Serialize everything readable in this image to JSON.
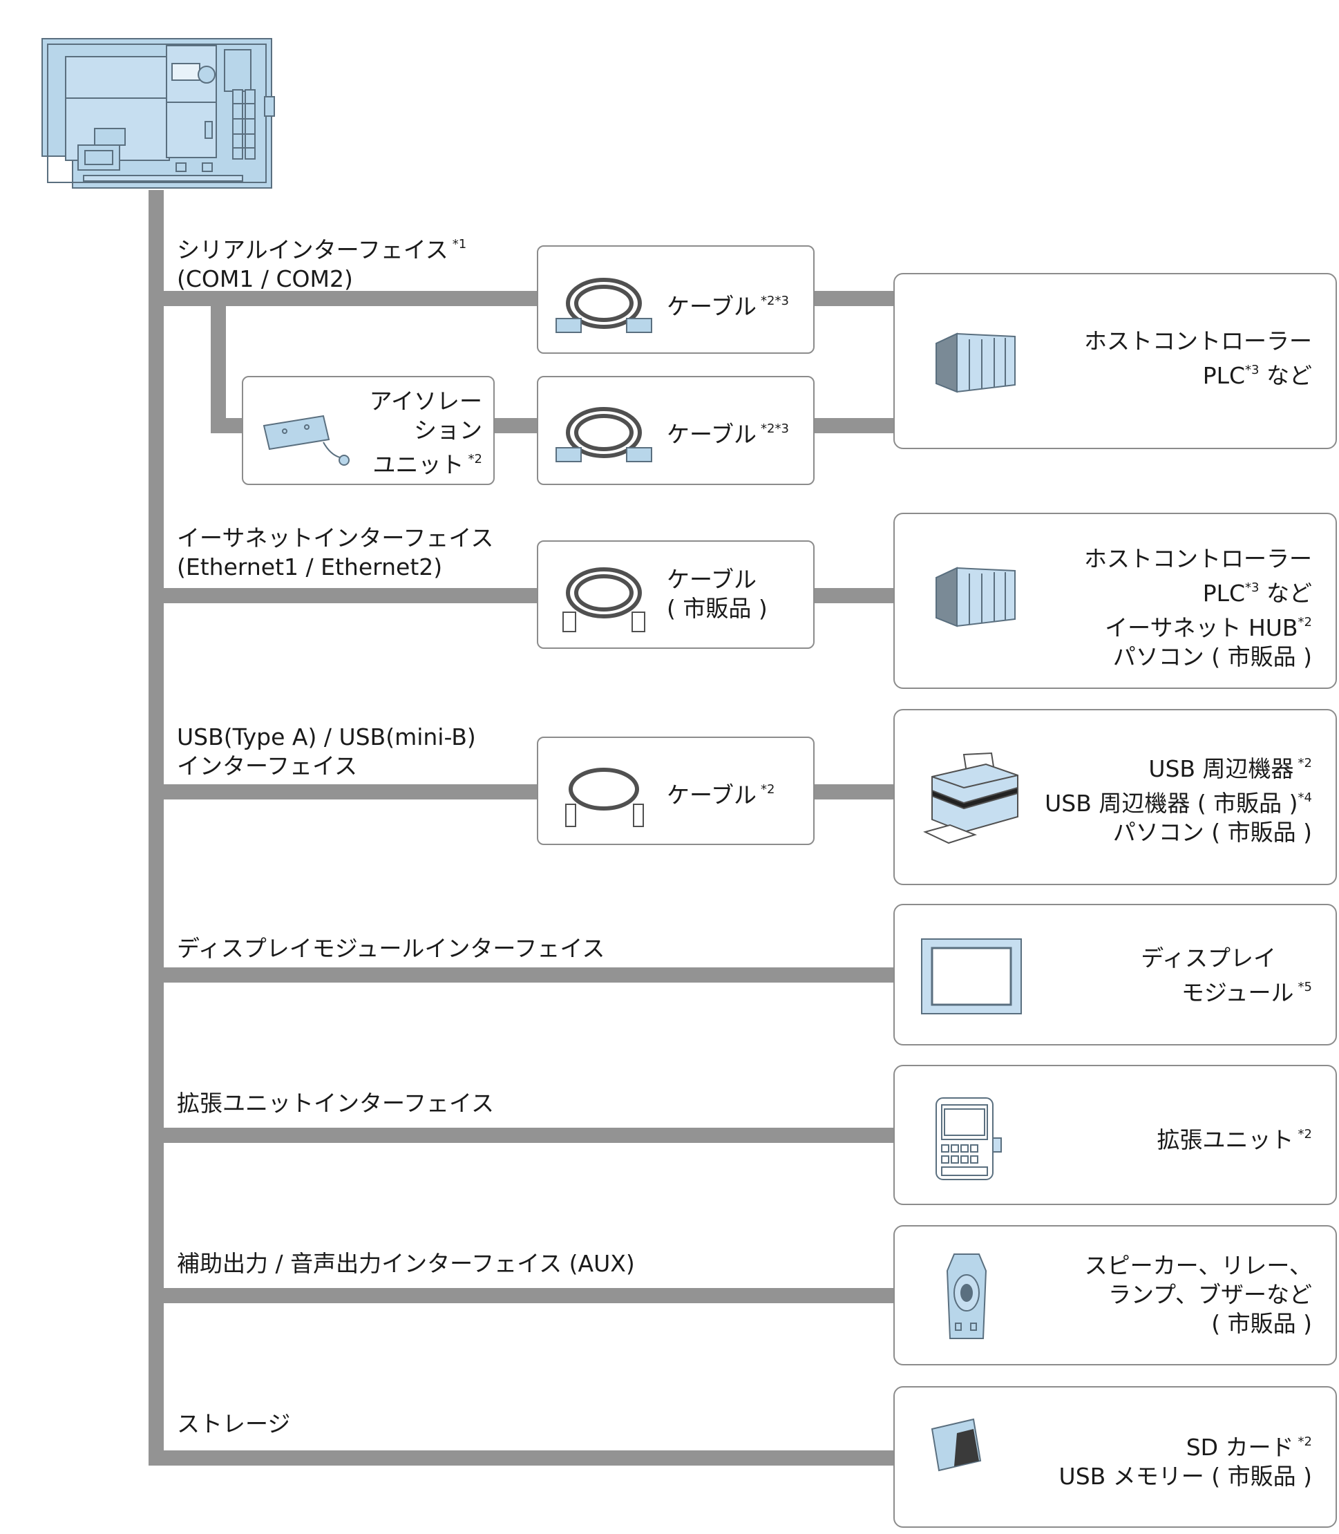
{
  "colors": {
    "wire": "#939393",
    "border": "#8c8c8c",
    "device": "#b8d6ea",
    "device_line": "#5a6f7f"
  },
  "interfaces": [
    {
      "id": "serial",
      "lines": [
        "シリアルインターフェイス",
        "(COM1 / COM2)"
      ],
      "sup": "*1"
    },
    {
      "id": "ethernet",
      "lines": [
        "イーサネットインターフェイス",
        "(Ethernet1 / Ethernet2)"
      ]
    },
    {
      "id": "usb",
      "lines": [
        "USB(Type A) / USB(mini-B)",
        "インターフェイス"
      ]
    },
    {
      "id": "display",
      "lines": [
        "ディスプレイモジュールインターフェイス"
      ]
    },
    {
      "id": "expansion",
      "lines": [
        "拡張ユニットインターフェイス"
      ]
    },
    {
      "id": "aux",
      "lines": [
        "補助出力 / 音声出力インターフェイス (AUX)"
      ]
    },
    {
      "id": "storage",
      "lines": [
        "ストレージ"
      ]
    }
  ],
  "cables": {
    "serial": {
      "text": "ケーブル",
      "sup": "*2*3"
    },
    "isolation": {
      "text": "ケーブル",
      "sup": "*2*3"
    },
    "ethernet": {
      "lines": [
        "ケーブル",
        "( 市販品 )"
      ]
    },
    "usb": {
      "text": "ケーブル",
      "sup": "*2"
    }
  },
  "isolation_unit": {
    "lines": [
      "アイソレー",
      "ション",
      "ユニット"
    ],
    "sup": "*2"
  },
  "devices": {
    "serial": {
      "line1": "ホストコントローラー",
      "line2_a": "PLC",
      "line2_sup": "*3",
      "line2_b": " など"
    },
    "ethernet": {
      "line1": "ホストコントローラー",
      "line2_a": "PLC",
      "line2_sup": "*3",
      "line2_b": " など",
      "line3_a": "イーサネット HUB",
      "line3_sup": "*2",
      "line4": "パソコン ( 市販品 )"
    },
    "usb": {
      "line1_a": "USB 周辺機器",
      "line1_sup": "*2",
      "line2_a": "USB 周辺機器 ( 市販品 )",
      "line2_sup": "*4",
      "line3": "パソコン ( 市販品 )"
    },
    "display": {
      "line1": "ディスプレイ",
      "line2_a": "モジュール",
      "line2_sup": "*5"
    },
    "expansion": {
      "line1_a": "拡張ユニット",
      "line1_sup": "*2"
    },
    "aux": {
      "line1": "スピーカー、リレー、",
      "line2": "ランプ、ブザーなど",
      "line3": "( 市販品 )"
    },
    "storage": {
      "line1_a": "SD カード",
      "line1_sup": "*2",
      "line2": "USB メモリー ( 市販品 )"
    }
  }
}
